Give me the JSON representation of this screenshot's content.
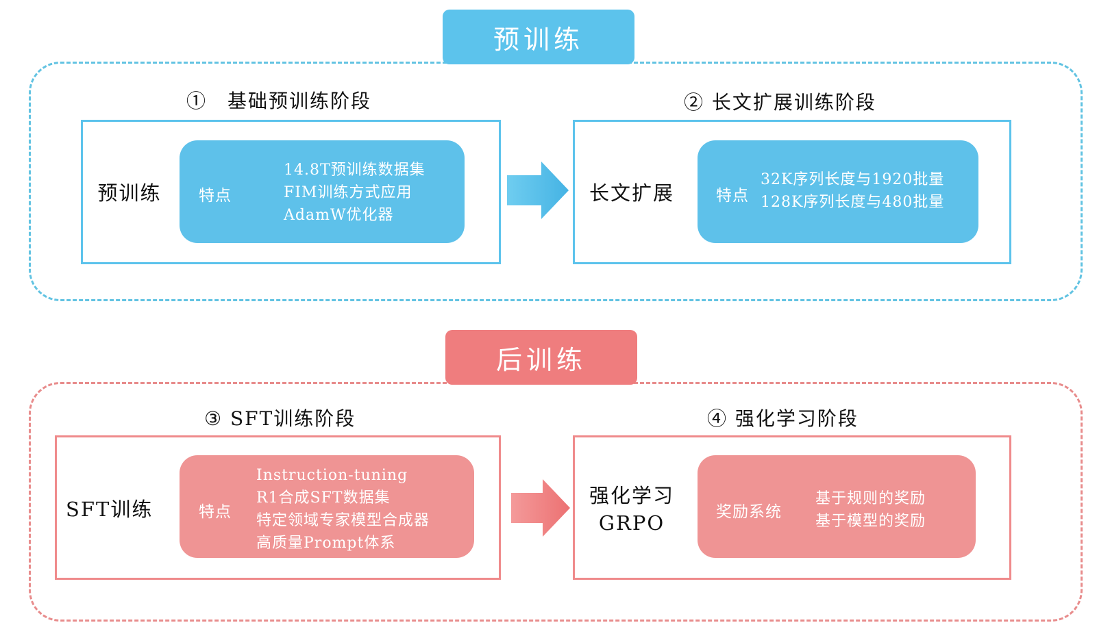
{
  "pretraining": {
    "tag": "预训练",
    "stage1": {
      "title": "①　基础预训练阶段",
      "label": "预训练",
      "feature_label": "特点",
      "features": [
        "14.8T预训练数据集",
        "FIM训练方式应用",
        "AdamW优化器"
      ]
    },
    "stage2": {
      "title": "② 长文扩展训练阶段",
      "label": "长文扩展",
      "feature_label": "特点",
      "features": [
        "32K序列长度与1920批量",
        "128K序列长度与480批量"
      ]
    }
  },
  "posttraining": {
    "tag": "后训练",
    "stage3": {
      "title": "③ SFT训练阶段",
      "label": "SFT训练",
      "feature_label": "特点",
      "features": [
        "Instruction-tuning",
        "R1合成SFT数据集",
        "特定领域专家模型合成器",
        "高质量Prompt体系"
      ]
    },
    "stage4": {
      "title": "④ 强化学习阶段",
      "label_line1": "强化学习",
      "label_line2": "GRPO",
      "feature_label": "奖励系统",
      "features": [
        "基于规则的奖励",
        "基于模型的奖励"
      ]
    }
  },
  "colors": {
    "pre_accent": "#5cc3ec",
    "post_accent": "#ef7d7e"
  }
}
